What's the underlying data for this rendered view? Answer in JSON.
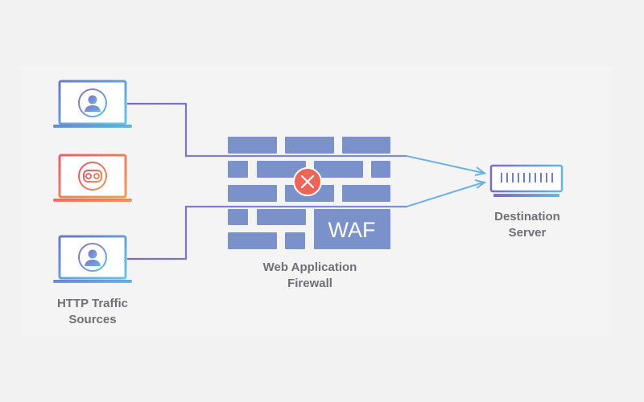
{
  "labels": {
    "sources": [
      "HTTP Traffic",
      "Sources"
    ],
    "waf": [
      "Web Application",
      "Firewall"
    ],
    "destination": [
      "Destination",
      "Server"
    ],
    "waf_badge": "WAF"
  },
  "icons": {
    "laptop_top": "user-icon",
    "laptop_middle": "bot-icon",
    "laptop_bottom": "user-icon",
    "block": "close-icon",
    "server": "server-icon"
  },
  "colors": {
    "background": "#f2f2f3",
    "wall_brick": "#7b91c9",
    "wall_brick_dark": "#6c81bf",
    "user_line": "#7a6fc0",
    "bot_line": "#ef6d5a",
    "blocked_badge": "#ee6456",
    "outbound_line": "#6cb3df",
    "label_text": "#6f7075"
  }
}
